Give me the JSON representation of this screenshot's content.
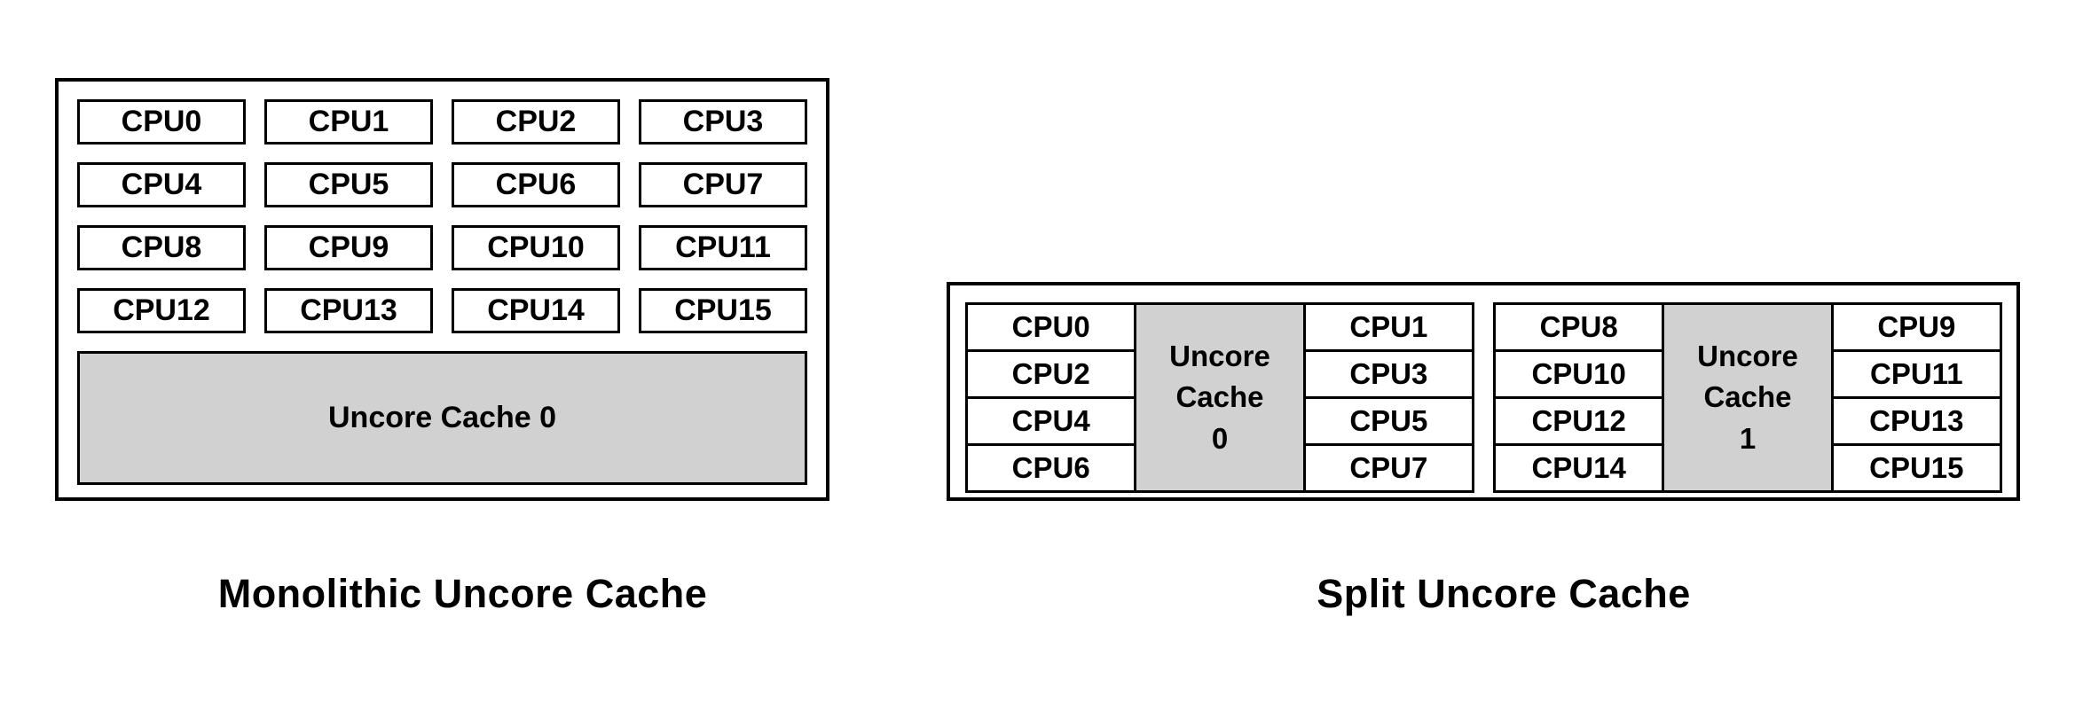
{
  "colors": {
    "background": "#ffffff",
    "border": "#000000",
    "text": "#000000",
    "cache_fill": "#d1d1d1"
  },
  "left_diagram": {
    "caption": "Monolithic Uncore Cache",
    "cpus": [
      "CPU0",
      "CPU1",
      "CPU2",
      "CPU3",
      "CPU4",
      "CPU5",
      "CPU6",
      "CPU7",
      "CPU8",
      "CPU9",
      "CPU10",
      "CPU11",
      "CPU12",
      "CPU13",
      "CPU14",
      "CPU15"
    ],
    "cache_label": "Uncore Cache 0"
  },
  "right_diagram": {
    "caption": "Split Uncore Cache",
    "clusters": [
      {
        "left_cpus": [
          "CPU0",
          "CPU2",
          "CPU4",
          "CPU6"
        ],
        "cache_lines": [
          "Uncore",
          "Cache",
          "0"
        ],
        "right_cpus": [
          "CPU1",
          "CPU3",
          "CPU5",
          "CPU7"
        ]
      },
      {
        "left_cpus": [
          "CPU8",
          "CPU10",
          "CPU12",
          "CPU14"
        ],
        "cache_lines": [
          "Uncore",
          "Cache",
          "1"
        ],
        "right_cpus": [
          "CPU9",
          "CPU11",
          "CPU13",
          "CPU15"
        ]
      }
    ]
  }
}
